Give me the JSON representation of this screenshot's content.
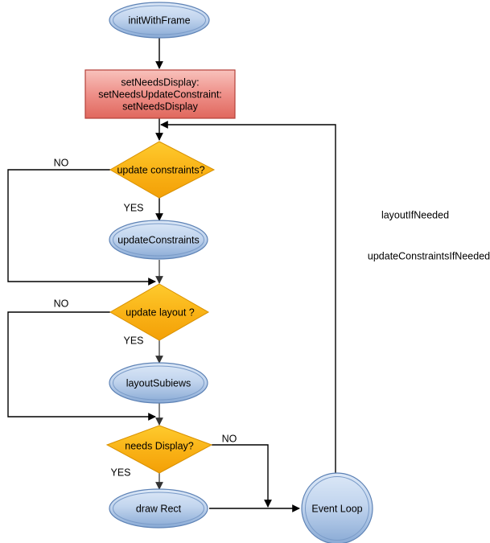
{
  "diagram": {
    "title": "UIView layout and drawing cycle flowchart",
    "type": "flowchart"
  },
  "colors": {
    "ellipse_fill_top": "#d3e1f4",
    "ellipse_fill_bottom": "#7da1ce",
    "ellipse_stroke": "#5d82b5",
    "diamond_fill_top": "#fcc82a",
    "diamond_fill_bottom": "#f5a40c",
    "diamond_stroke": "#d99100",
    "rect_fill_top": "#f7beb8",
    "rect_fill_bottom": "#e26f66",
    "rect_stroke": "#b5413a",
    "connector": "#000000",
    "text": "#000000",
    "background": "#ffffff"
  },
  "nodes": {
    "init": {
      "label": "initWithFrame",
      "shape": "ellipse"
    },
    "set_needs": {
      "shape": "rect",
      "lines": [
        "setNeedsDisplay:",
        "setNeedsUpdateConstraint:",
        "setNeedsDisplay"
      ]
    },
    "update_constraints_q": {
      "label": "update constraints?",
      "shape": "diamond"
    },
    "update_constraints": {
      "label": "updateConstraints",
      "shape": "ellipse"
    },
    "update_layout_q": {
      "label": "update layout ?",
      "shape": "diamond"
    },
    "layout_subviews": {
      "label": "layoutSubiews",
      "shape": "ellipse"
    },
    "needs_display_q": {
      "label": "needs Display?",
      "shape": "diamond"
    },
    "draw_rect": {
      "label": "draw Rect",
      "shape": "ellipse"
    },
    "event_loop": {
      "label": "Event Loop",
      "shape": "circle"
    }
  },
  "edge_labels": {
    "constraints_no": "NO",
    "constraints_yes": "YES",
    "layout_no": "NO",
    "layout_yes": "YES",
    "display_no": "NO",
    "display_yes": "YES"
  },
  "notes": {
    "layout_if_needed": "layoutIfNeeded",
    "update_constraints_if_needed": "updateConstraintsIfNeeded"
  }
}
